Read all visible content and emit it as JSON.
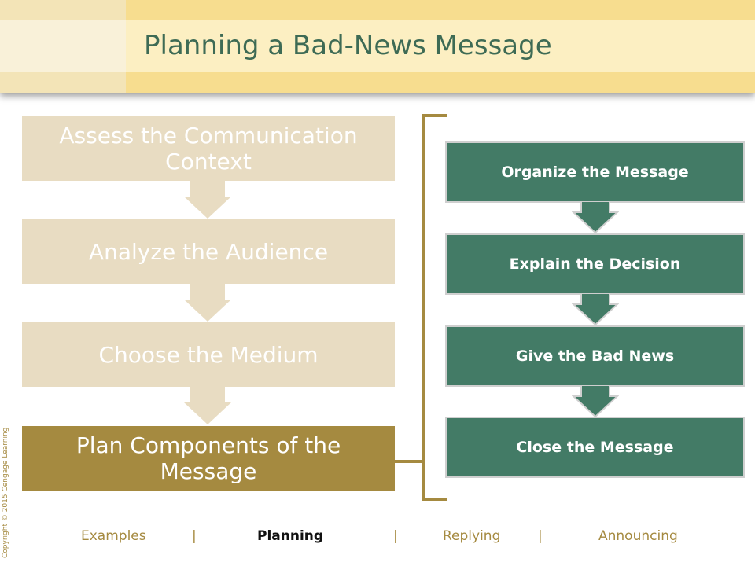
{
  "header": {
    "title": "Planning a Bad-News Message"
  },
  "left_steps": [
    {
      "label": "Assess the Communication Context"
    },
    {
      "label": "Analyze the Audience"
    },
    {
      "label": "Choose the Medium"
    },
    {
      "label": "Plan Components of the Message"
    }
  ],
  "right_steps": [
    {
      "label": "Organize the Message"
    },
    {
      "label": "Explain the Decision"
    },
    {
      "label": "Give the Bad News"
    },
    {
      "label": "Close the Message"
    }
  ],
  "footer": {
    "examples": "Examples",
    "sep1": "|",
    "planning": "Planning",
    "sep2": "|",
    "replying": "Replying",
    "sep3": "|",
    "announcing": "Announcing"
  },
  "copyright": "Copyright © 2015 Cengage Learning",
  "colors": {
    "title": "#3e6b55",
    "left_box": "#e8dcc2",
    "left_active": "#a58a40",
    "right_box": "#437b66",
    "accent": "#a58a40"
  }
}
